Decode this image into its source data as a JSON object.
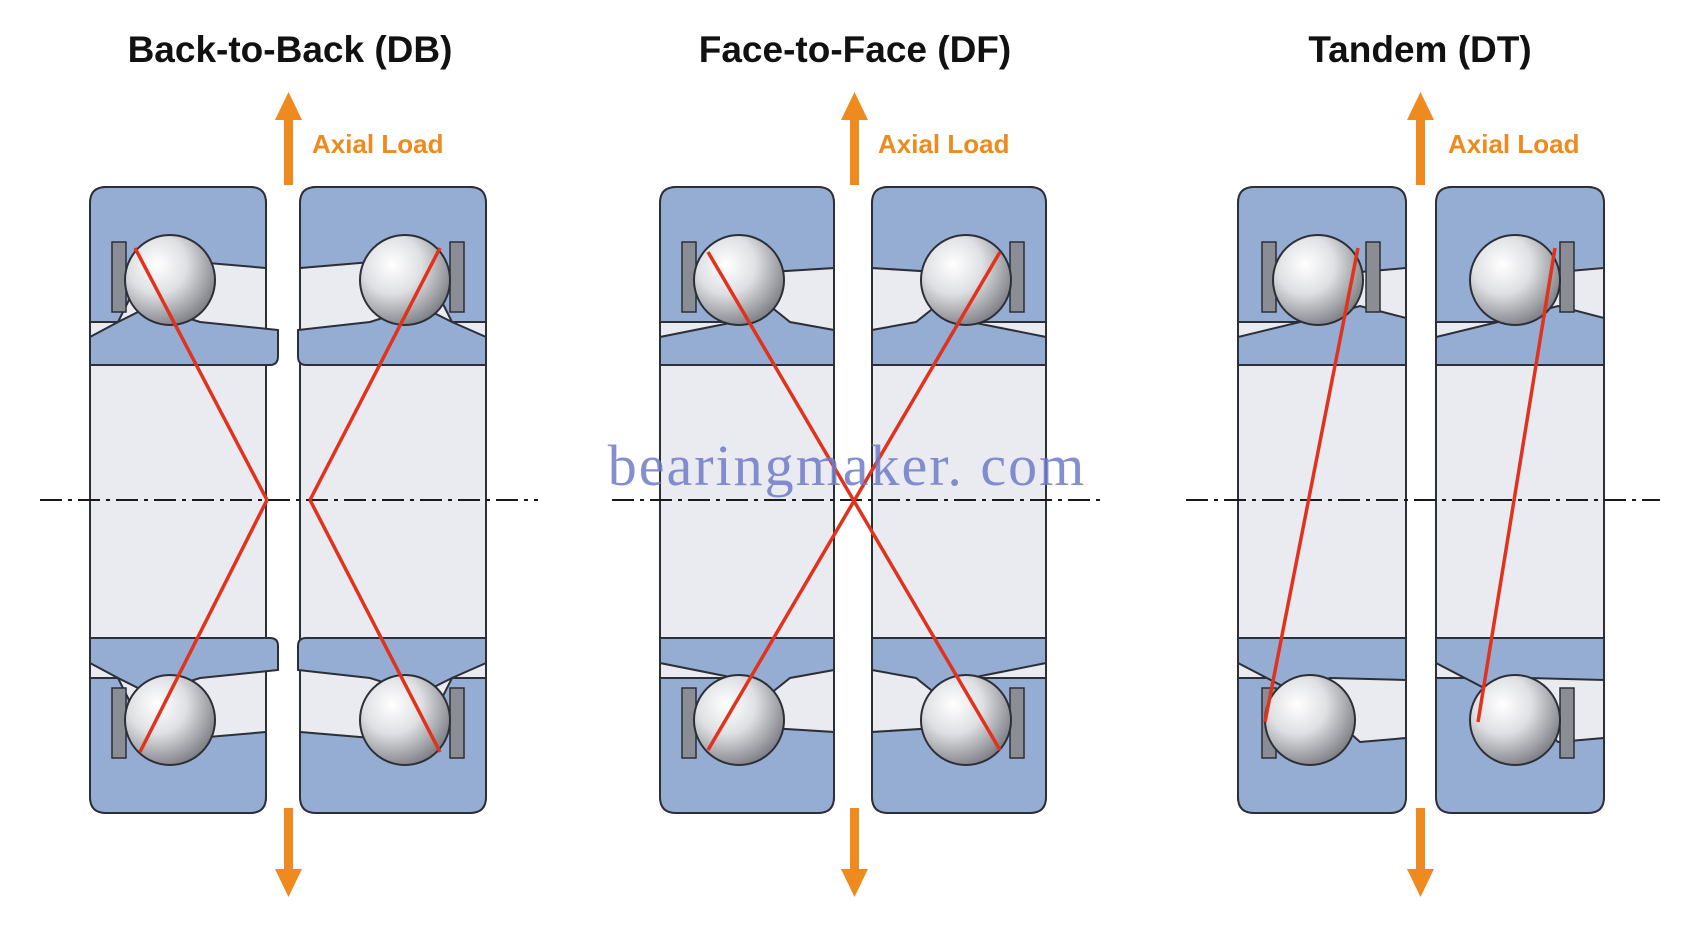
{
  "colors": {
    "ring_fill": "#95acd3",
    "ring_stroke": "#2c2f36",
    "bore_fill": "#e9ebf1",
    "cage": "#8a8d94",
    "ball_light": "#ffffff",
    "ball_dark": "#7b7d83",
    "contact_line": "#e0321c",
    "axial_arrow": "#ee8a1e",
    "center_line": "#1a1a1a",
    "watermark": "#6d7bc7",
    "title": "#111111"
  },
  "arrangements": [
    {
      "id": "db",
      "title": "Back-to-Back (DB)",
      "load_label": "Axial Load"
    },
    {
      "id": "df",
      "title": "Face-to-Face (DF)",
      "load_label": "Axial Load"
    },
    {
      "id": "dt",
      "title": "Tandem (DT)",
      "load_label": "Axial Load"
    }
  ],
  "watermark": {
    "text": "bearingmaker. com"
  }
}
